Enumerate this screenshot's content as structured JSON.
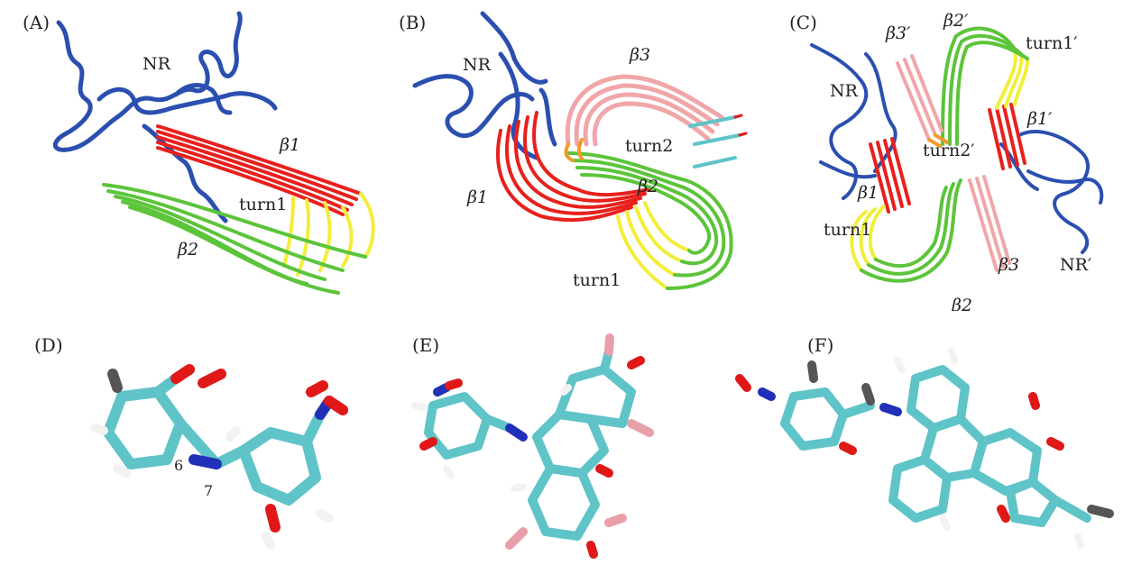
{
  "panels": [
    {
      "id": "A",
      "label": "(A)",
      "annotations": [
        "NR",
        "β1",
        "turn1",
        "β2"
      ]
    },
    {
      "id": "B",
      "label": "(B)",
      "annotations": [
        "NR",
        "β3",
        "turn2",
        "β1",
        "β2",
        "turn1"
      ]
    },
    {
      "id": "C",
      "label": "(C)",
      "annotations": [
        "β3′",
        "β2′",
        "turn1′",
        "NR",
        "β1′",
        "turn2′",
        "β1",
        "turn1",
        "β3",
        "NR′",
        "β2"
      ]
    },
    {
      "id": "D",
      "label": "(D)",
      "annotations": [
        "6",
        "7"
      ]
    },
    {
      "id": "E",
      "label": "(E)",
      "annotations": []
    },
    {
      "id": "F",
      "label": "(F)",
      "annotations": []
    }
  ],
  "colors": {
    "nr": "#2a4fb0",
    "beta1": "#e8201c",
    "turn1": "#f2ee3a",
    "beta2": "#5cc43a",
    "beta3": "#f0a6a8",
    "turn2": "#f09a2a",
    "carbon": "#5fc4c8",
    "oxygen": "#e01818",
    "nitrogen": "#2030b8",
    "hydrogen": "#f2f2f2",
    "halogen": "#e8a0a8"
  }
}
